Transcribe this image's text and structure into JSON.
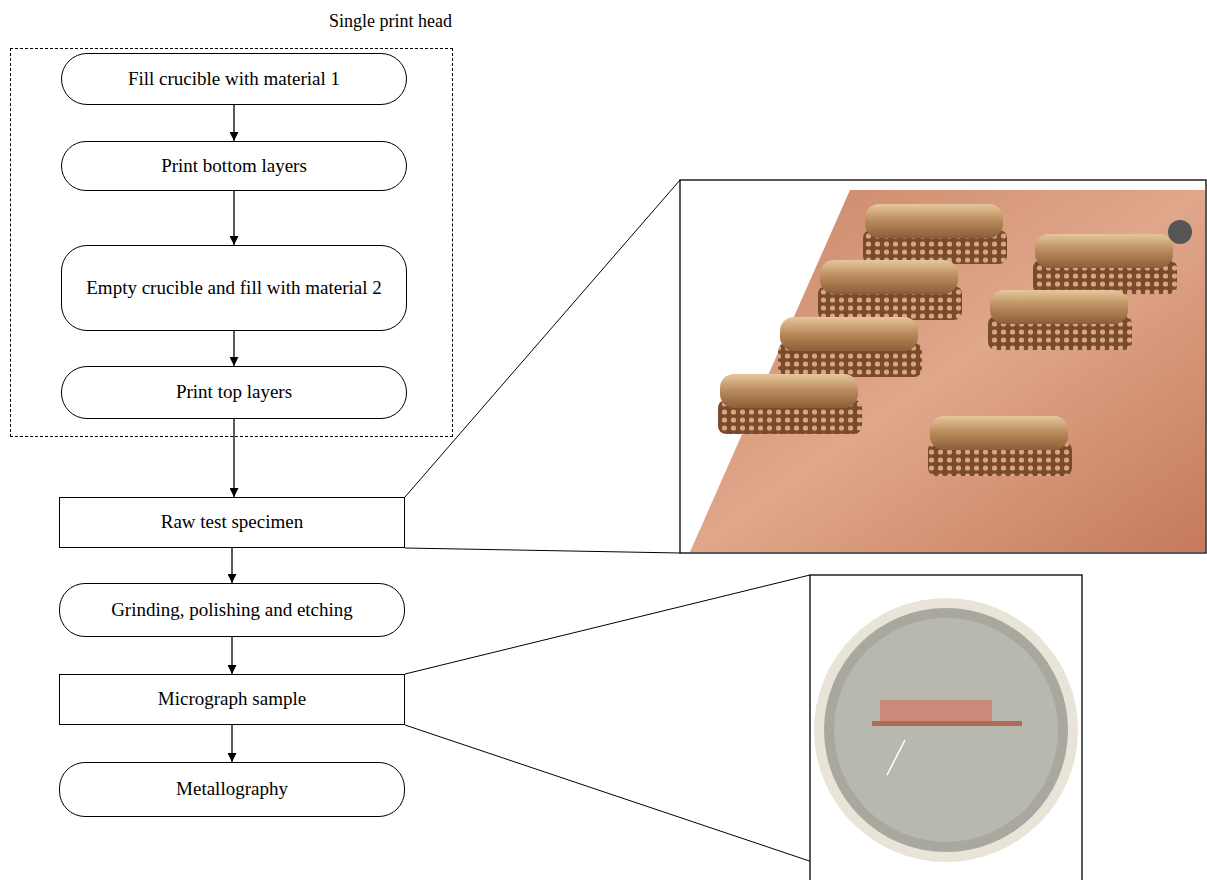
{
  "diagram": {
    "nodes": [
      {
        "text": [
          "Single print head"
        ]
      },
      {
        "text": [
          "Fill crucible with material 1"
        ],
        "in": 0
      },
      {
        "text": [
          "Print bottom layers"
        ],
        "in": 0
      },
      {
        "text": [
          "Empty crucible and fill with material 2"
        ],
        "in": 0
      },
      {
        "text": [
          "Print top layers"
        ],
        "in": 0
      },
      {
        "text": [
          "Raw test specimen"
        ]
      },
      {
        "text": [
          "Grinding, polishing and etching"
        ]
      },
      {
        "text": [
          "Micrograph sample"
        ]
      },
      {
        "text": [
          "Metallography"
        ]
      }
    ],
    "edges": [
      {
        "from": 1,
        "to": 2,
        "arrow": "to"
      },
      {
        "from": 2,
        "to": 3,
        "arrow": "to"
      },
      {
        "from": 3,
        "to": 4,
        "arrow": "to"
      },
      {
        "from": 4,
        "to": 5,
        "arrow": "to"
      },
      {
        "from": 5,
        "to": 6,
        "arrow": "to"
      },
      {
        "from": 6,
        "to": 7,
        "arrow": "to"
      },
      {
        "from": 7,
        "to": 8,
        "arrow": "to"
      }
    ]
  }
}
